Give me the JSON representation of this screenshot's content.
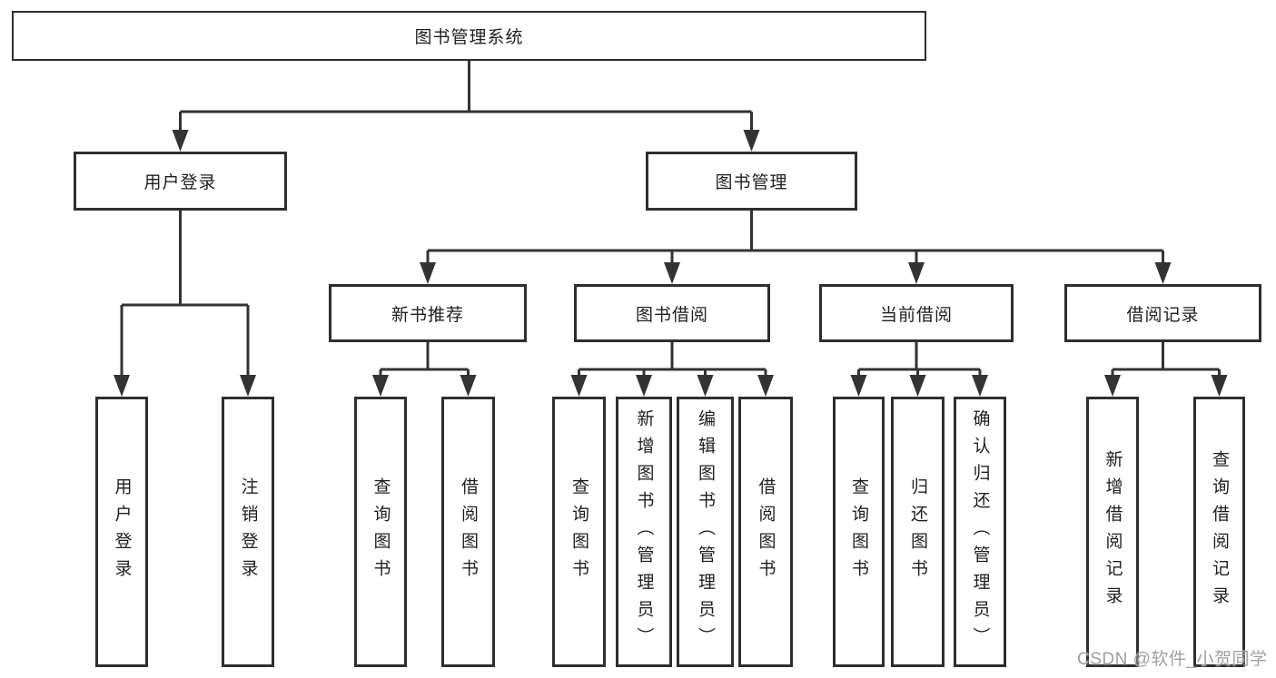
{
  "diagram_title": "图书管理系统",
  "colors": {
    "background": "#ffffff",
    "box_border": "#2e2e2e",
    "connector": "#333333",
    "text": "#1f1f1f",
    "watermark_text": "#9f9f9f"
  },
  "boxes": {
    "root": "图书管理系统",
    "l2_user": "用户登录",
    "l2_book": "图书管理",
    "l3_new": "新书推荐",
    "l3_borrow": "图书借阅",
    "l3_current": "当前借阅",
    "l3_record": "借阅记录",
    "leaf_user_login": "用户登录",
    "leaf_user_logout": "注销登录",
    "leaf_new_query": "查询图书",
    "leaf_new_borrow": "借阅图书",
    "leaf_bb_query": "查询图书",
    "leaf_bb_add": "新增图书（管理员）",
    "leaf_bb_edit": "编辑图书（管理员）",
    "leaf_bb_borrow": "借阅图书",
    "leaf_cur_query": "查询图书",
    "leaf_cur_return": "归还图书",
    "leaf_cur_confirm": "确认归还（管理员）",
    "leaf_rec_add": "新增借阅记录",
    "leaf_rec_query": "查询借阅记录"
  },
  "hierarchy": {
    "root": [
      "l2_user",
      "l2_book"
    ],
    "l2_user": [
      "leaf_user_login",
      "leaf_user_logout"
    ],
    "l2_book": [
      "l3_new",
      "l3_borrow",
      "l3_current",
      "l3_record"
    ],
    "l3_new": [
      "leaf_new_query",
      "leaf_new_borrow"
    ],
    "l3_borrow": [
      "leaf_bb_query",
      "leaf_bb_add",
      "leaf_bb_edit",
      "leaf_bb_borrow"
    ],
    "l3_current": [
      "leaf_cur_query",
      "leaf_cur_return",
      "leaf_cur_confirm"
    ],
    "l3_record": [
      "leaf_rec_add",
      "leaf_rec_query"
    ]
  },
  "watermark": "CSDN @软件_小贺同学"
}
